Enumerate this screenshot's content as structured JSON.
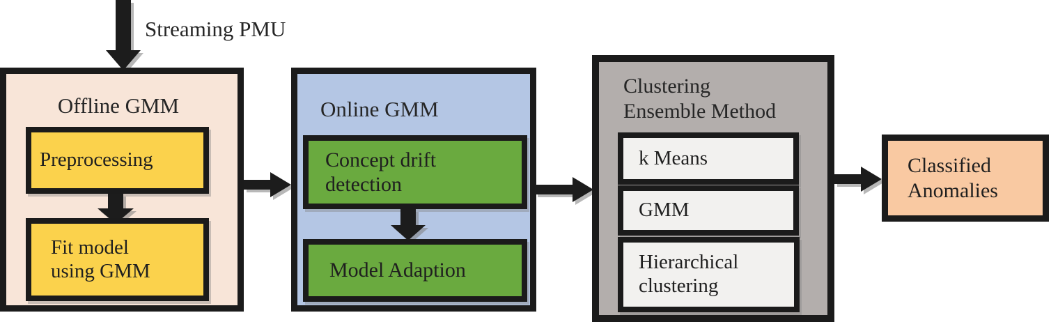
{
  "diagram": {
    "input_label": "Streaming PMU",
    "offline": {
      "title": "Offline GMM",
      "steps": [
        {
          "label": "Preprocessing"
        },
        {
          "label": "Fit model\nusing GMM"
        }
      ]
    },
    "online": {
      "title": "Online GMM",
      "steps": [
        {
          "label": "Concept drift\ndetection"
        },
        {
          "label": "Model Adaption"
        }
      ]
    },
    "clustering": {
      "title": "Clustering\nEnsemble Method",
      "methods": [
        {
          "label": "k Means"
        },
        {
          "label": "GMM"
        },
        {
          "label": "Hierarchical\nclustering"
        }
      ]
    },
    "output": {
      "label": "Classified\nAnomalies"
    },
    "colors": {
      "offline_bg": "#f8e5d8",
      "step_yellow": "#fbd24c",
      "online_bg": "#b4c6e4",
      "step_green": "#6aaa3f",
      "clustering_bg": "#b3aeac",
      "method_bg": "#f2f1ef",
      "output_bg": "#f9c9a2",
      "border": "#1b1b1b"
    }
  }
}
